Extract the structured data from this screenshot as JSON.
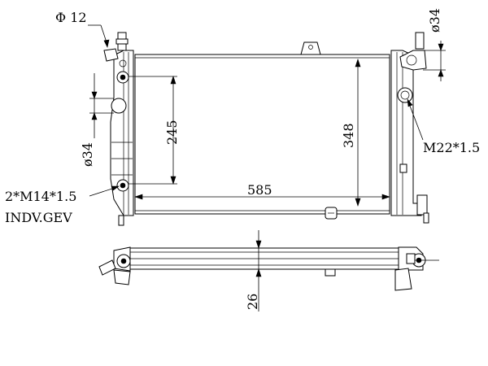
{
  "labels": {
    "phi12": "Φ 12",
    "dia34_top": "ø34",
    "dia34_left": "ø34",
    "dim245": "245",
    "dim348": "348",
    "dim585": "585",
    "m22": "M22*1.5",
    "m14": "2*M14*1.5",
    "indv": "INDV.GEV",
    "dim26": "26"
  }
}
